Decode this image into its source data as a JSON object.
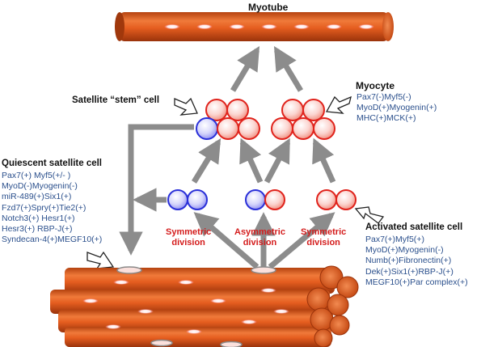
{
  "colors": {
    "fiber_dark": "#a53a0e",
    "fiber_mid": "#e05a1e",
    "fiber_light": "#f08a4c",
    "nucleus": "#ffffff",
    "cell_red_fill": "#f8c9c4",
    "cell_red_edge": "#e0231c",
    "cell_blue_fill": "#c8c8f6",
    "cell_blue_edge": "#2a30d8",
    "arrow": "#8c8c8c",
    "marker_text": "#2a4f8c",
    "division_text": "#d41c1c"
  },
  "labels": {
    "myotube": "Myotube",
    "myocyte": "Myocyte",
    "stem_cell": "Satellite “stem” cell",
    "quiescent": "Quiescent satellite cell",
    "activated": "Activated satellite cell"
  },
  "myocyte_markers": [
    "Pax7(-)Myf5(-)",
    "MyoD(+)Myogenin(+)",
    "MHC(+)MCK(+)"
  ],
  "quiescent_markers": [
    "Pax7(+) Myf5(+/- )",
    "MyoD(-)Myogenin(-)",
    "miR-489(+)Six1(+)",
    "Fzd7(+)Spry(+)Tie2(+)",
    "Notch3(+) Hesr1(+)",
    "Hesr3(+) RBP-J(+)",
    "Syndecan-4(+)MEGF10(+)"
  ],
  "activated_markers": [
    "Pax7(+)Myf5(+)",
    "MyoD(+)Myogenin(-)",
    "Numb(+)Fibronectin(+)",
    "Dek(+)Six1(+)RBP-J(+)",
    "MEGF10(+)Par complex(+)"
  ],
  "divisions": {
    "left": [
      "Symmetric",
      "division"
    ],
    "middle": [
      "Asymmetric",
      "division"
    ],
    "right": [
      "Symmetric",
      "division"
    ]
  }
}
